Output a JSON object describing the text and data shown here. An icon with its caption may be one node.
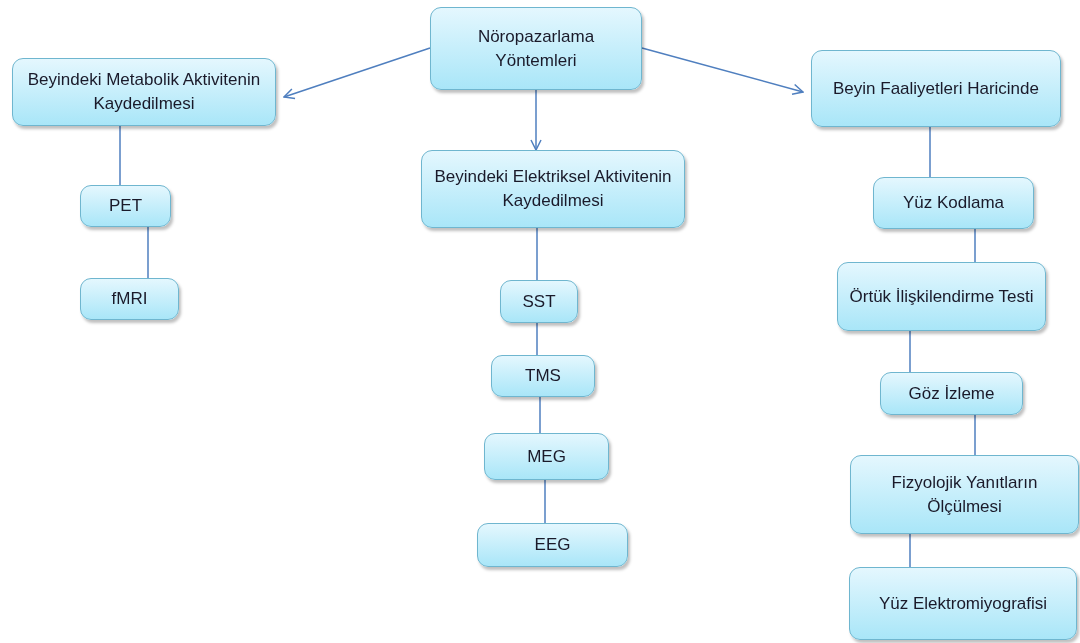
{
  "diagram": {
    "nodes": [
      {
        "text": [
          "Nöropazarlama Yöntemleri"
        ]
      },
      {
        "text": [
          "Beyindeki Metabolik Aktivitenin Kaydedilmesi"
        ]
      },
      {
        "text": [
          "PET"
        ]
      },
      {
        "text": [
          "fMRI"
        ]
      },
      {
        "text": [
          "Beyindeki Elektriksel Aktivitenin Kaydedilmesi"
        ]
      },
      {
        "text": [
          "SST"
        ]
      },
      {
        "text": [
          "TMS"
        ]
      },
      {
        "text": [
          "MEG"
        ]
      },
      {
        "text": [
          "EEG"
        ]
      },
      {
        "text": [
          "Beyin Faaliyetleri Haricinde"
        ]
      },
      {
        "text": [
          "Yüz Kodlama"
        ]
      },
      {
        "text": [
          "Örtük İlişkilendirme Testi"
        ]
      },
      {
        "text": [
          "Göz İzleme"
        ]
      },
      {
        "text": [
          "Fizyolojik Yanıtların Ölçülmesi"
        ]
      },
      {
        "text": [
          "Yüz Elektromiyografisi"
        ]
      }
    ],
    "edges": [
      {
        "from": 0,
        "to": 1,
        "arrow": "to"
      },
      {
        "from": 0,
        "to": 4,
        "arrow": "to"
      },
      {
        "from": 0,
        "to": 9,
        "arrow": "to"
      },
      {
        "from": 1,
        "to": 2,
        "arrow": "none"
      },
      {
        "from": 2,
        "to": 3,
        "arrow": "none"
      },
      {
        "from": 4,
        "to": 5,
        "arrow": "none"
      },
      {
        "from": 5,
        "to": 6,
        "arrow": "none"
      },
      {
        "from": 6,
        "to": 7,
        "arrow": "none"
      },
      {
        "from": 7,
        "to": 8,
        "arrow": "none"
      },
      {
        "from": 9,
        "to": 10,
        "arrow": "none"
      },
      {
        "from": 10,
        "to": 11,
        "arrow": "none"
      },
      {
        "from": 11,
        "to": 12,
        "arrow": "none"
      },
      {
        "from": 12,
        "to": 13,
        "arrow": "none"
      },
      {
        "from": 13,
        "to": 14,
        "arrow": "none"
      }
    ]
  }
}
